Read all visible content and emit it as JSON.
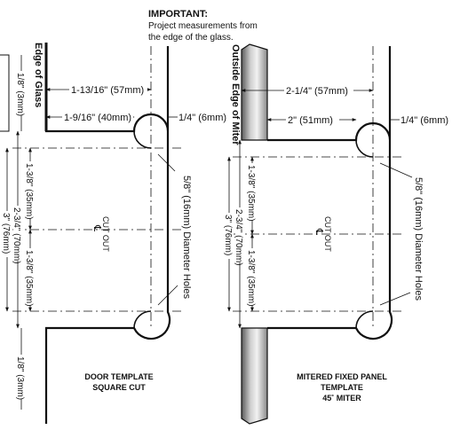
{
  "note": {
    "title": "IMPORTANT:",
    "line1": "Project measurements from",
    "line2": "the edge of the glass."
  },
  "door_template": {
    "edge_label": "Edge of Glass",
    "dim_top_outer": "1-13/16\" (57mm)",
    "dim_top_inner": "1-9/16\" (40mm)",
    "dim_right_offset": "1/4\" (6mm)",
    "dim_top_margin": "1/8\" (3mm)",
    "dim_bottom_margin": "1/8\" (3mm)",
    "dim_upper_half": "1-3/8\" (35mm)",
    "dim_lower_half": "1-3/8\" (35mm)",
    "dim_center_span": "2-3/4\" (70mm)",
    "dim_total": "3\" (76mm)",
    "cut_out": "CUT OUT",
    "centerline": "℄",
    "hole_note": "5/8\" (16mm) Diameter Holes",
    "caption_line1": "DOOR TEMPLATE",
    "caption_line2": "SQUARE CUT"
  },
  "miter_template": {
    "edge_label": "Outside Edge of Miter",
    "dim_top_outer": "2-1/4\" (57mm)",
    "dim_top_inner": "2\" (51mm)",
    "dim_right_offset": "1/4\" (6mm)",
    "dim_upper_half": "1-3/8\" (35mm)",
    "dim_lower_half": "1-3/8\" (35mm)",
    "dim_center_span": "2-3/4\" (70mm)",
    "dim_total": "3\" (76mm)",
    "cut_out": "CUT OUT",
    "centerline": "℄",
    "hole_note": "5/8\" (16mm) Diameter Holes",
    "caption_line1": "MITERED FIXED PANEL",
    "caption_line2": "TEMPLATE",
    "caption_line3": "45˚ MITER"
  }
}
